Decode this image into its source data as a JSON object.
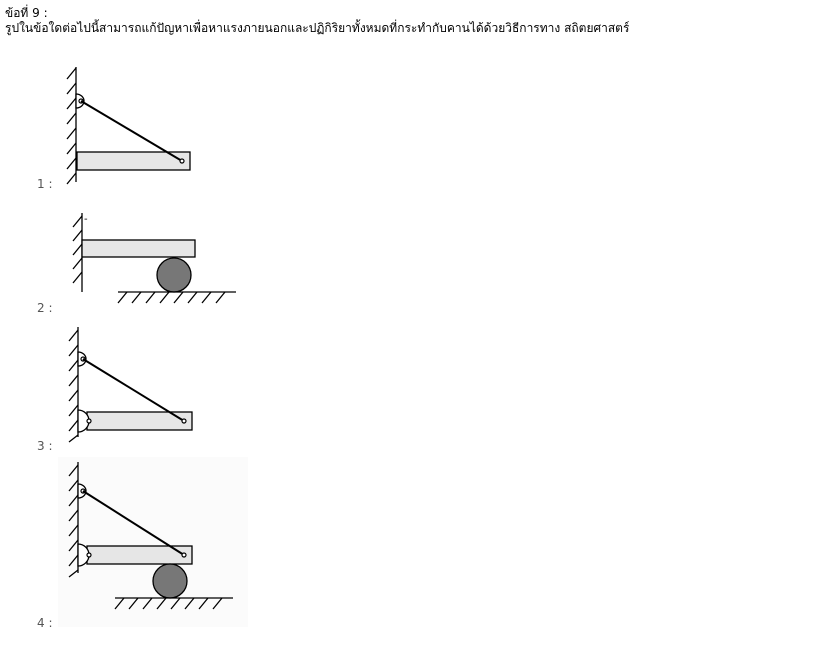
{
  "question": {
    "title": "ข้อที่ 9 :",
    "text": "รูปในข้อใดต่อไปนี้สามารถแก้ปัญหาเพื่อหาแรงภายนอกและปฏิกิริยาทั้งหมดที่กระทำกับคานได้ด้วยวิธีการทาง สถิตยศาสตร์"
  },
  "choices": [
    {
      "label": "1 :",
      "figure": "wall-pin-cable-free-beam"
    },
    {
      "label": "2 :",
      "figure": "wall-fixed-beam-on-roller"
    },
    {
      "label": "3 :",
      "figure": "wall-pin-cable-beam-pinned-wall"
    },
    {
      "label": "4 :",
      "figure": "wall-pin-cable-beam-pinned-wall-on-roller"
    }
  ],
  "colors": {
    "beam_fill": "#e6e6e6",
    "roller_fill": "#777777",
    "line": "#000000",
    "label": "#555555"
  }
}
